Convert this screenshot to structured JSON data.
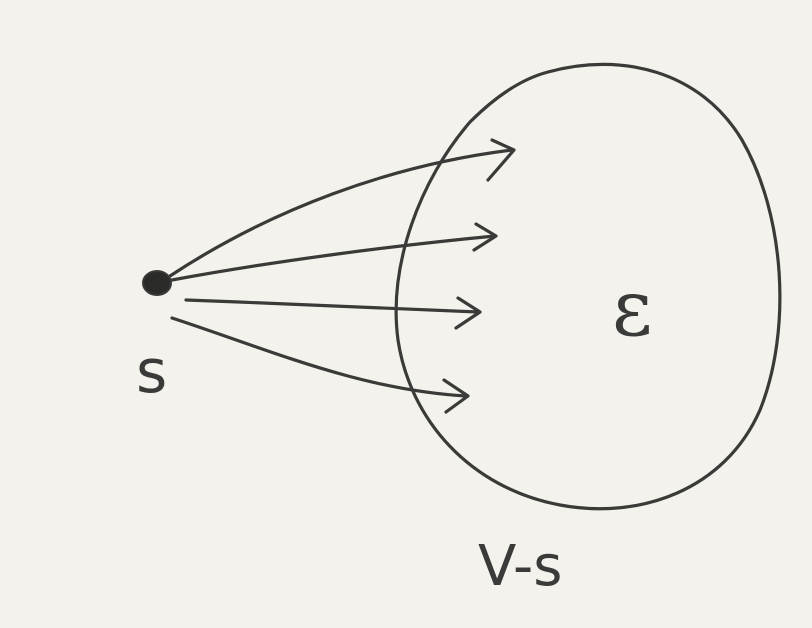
{
  "diagram": {
    "source_node": {
      "label": "s"
    },
    "region": {
      "label": "V-s",
      "inner_symbol": "ε"
    },
    "edges_count_shown": 4,
    "ink_color": "#3a3a38",
    "background_color": "#f3f2ed"
  }
}
